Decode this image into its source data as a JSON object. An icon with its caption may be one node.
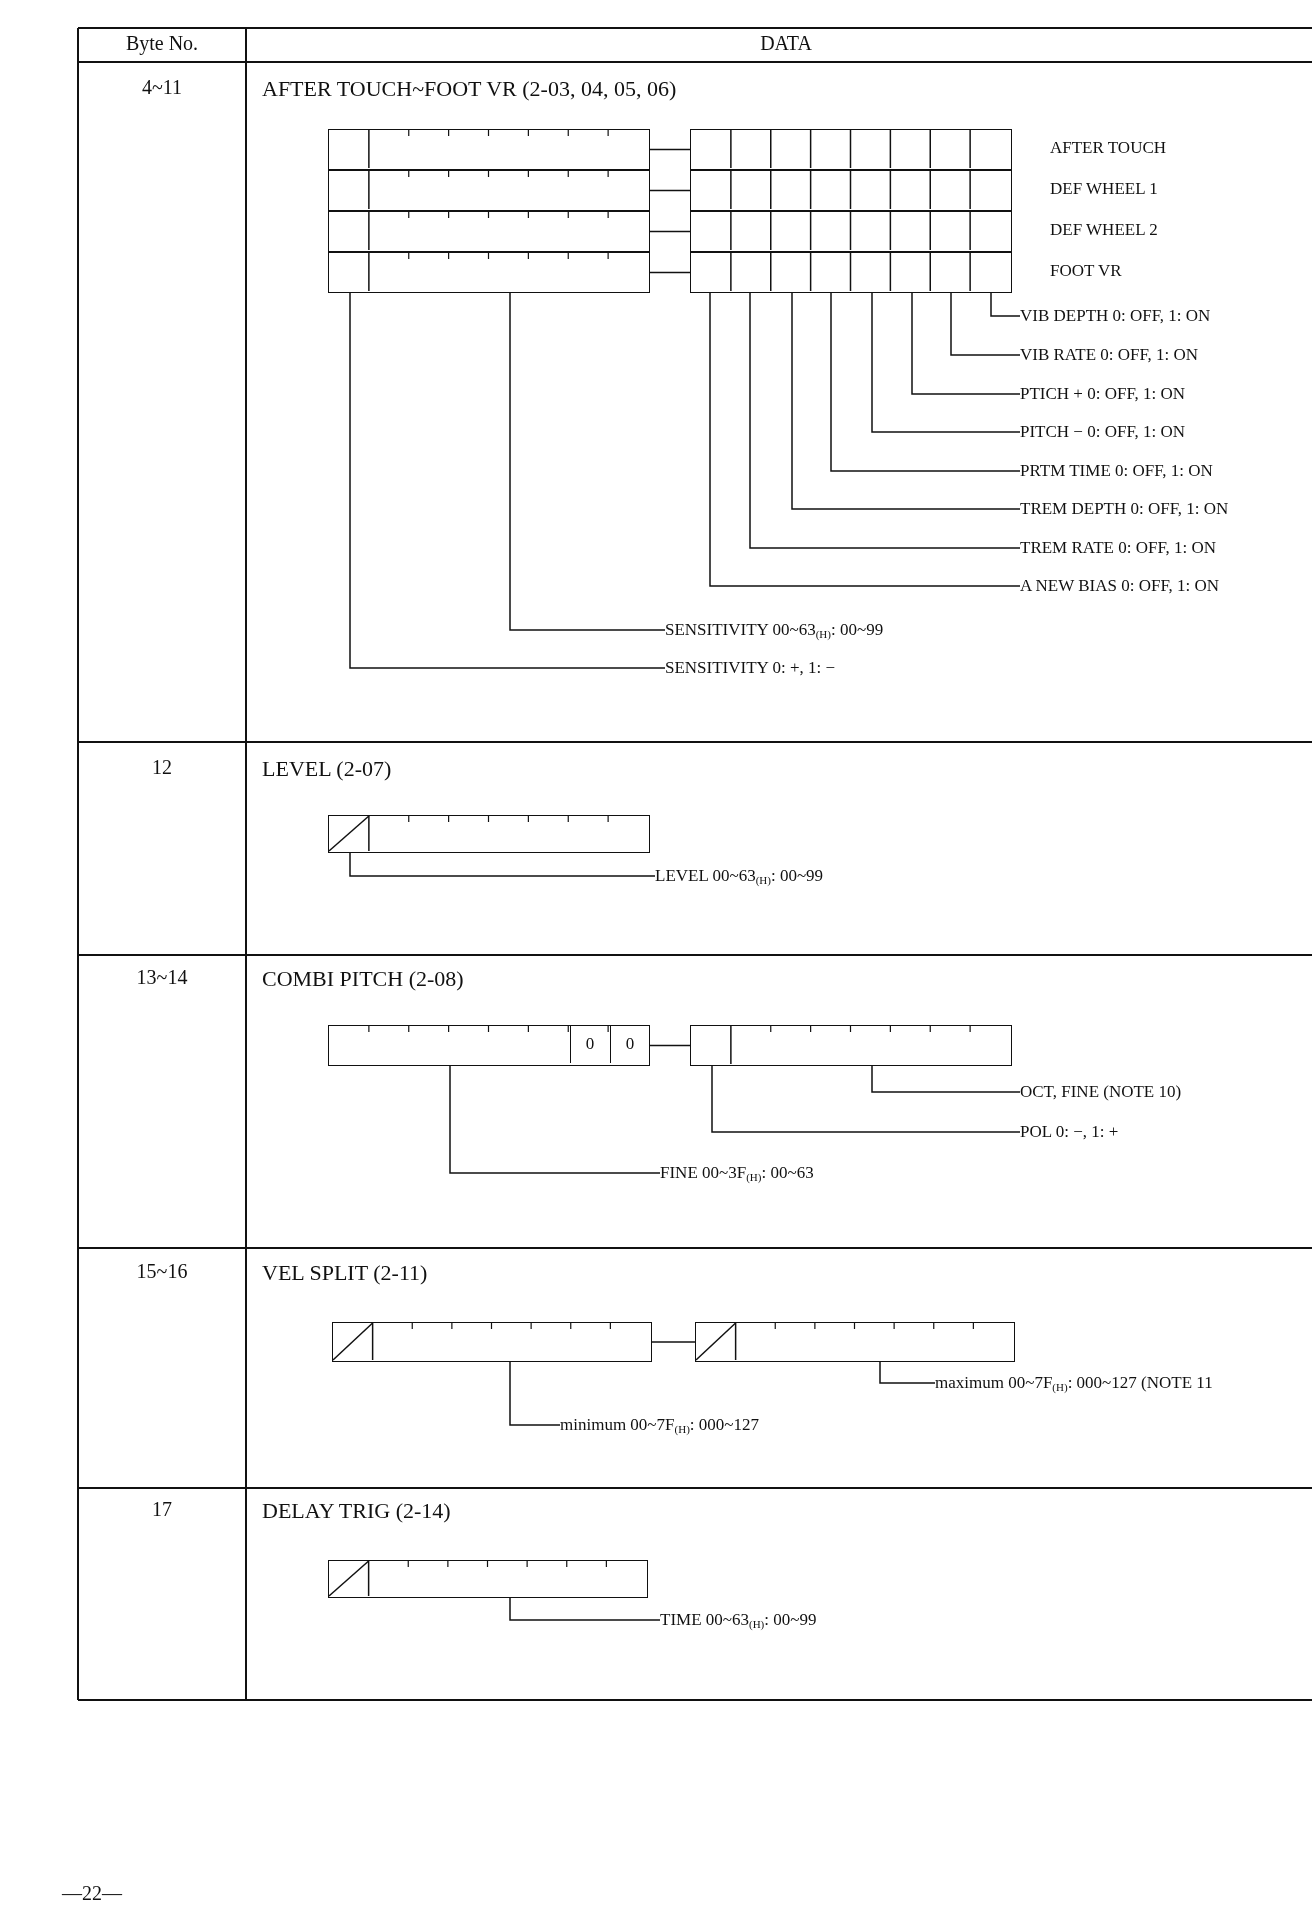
{
  "diagram": {
    "nodes": [
      {
        "text": [],
        "shape": "box"
      },
      {
        "text": [],
        "shape": "box",
        "beside": [
          "AFTER TOUCH"
        ]
      },
      {
        "text": [],
        "shape": "box"
      },
      {
        "text": [],
        "shape": "box",
        "beside": [
          "DEF WHEEL 1"
        ]
      },
      {
        "text": [],
        "shape": "box"
      },
      {
        "text": [],
        "shape": "box",
        "beside": [
          "DEF WHEEL 2"
        ]
      },
      {
        "text": [],
        "shape": "box"
      },
      {
        "text": [],
        "shape": "box",
        "beside": [
          "FOOT VR"
        ]
      },
      {
        "text": [
          "VIB DEPTH 0: OFF, 1: ON"
        ]
      },
      {
        "text": [
          "VIB RATE 0: OFF, 1: ON"
        ]
      },
      {
        "text": [
          "PTICH + 0: OFF, 1: ON"
        ]
      },
      {
        "text": [
          "PITCH − 0: OFF, 1: ON"
        ]
      },
      {
        "text": [
          "PRTM TIME 0: OFF, 1: ON"
        ]
      },
      {
        "text": [
          "TREM DEPTH 0: OFF, 1: ON"
        ]
      },
      {
        "text": [
          "TREM RATE 0: OFF, 1: ON"
        ]
      },
      {
        "text": [
          "A NEW BIAS 0: OFF, 1: ON"
        ]
      },
      {
        "text": [
          "SENSITIVITY 00~63$_{(H)}$: 00~99"
        ]
      },
      {
        "text": [
          "SENSITIVITY 0: +, 1: −"
        ]
      },
      {
        "text": [],
        "shape": "box"
      },
      {
        "text": [
          "LEVEL 00~63$_{(H)}$: 00~99"
        ]
      },
      {
        "text": [],
        "shape": "box"
      },
      {
        "text": [
          "0"
        ],
        "in": 20
      },
      {
        "text": [
          "0"
        ],
        "in": 20
      },
      {
        "text": [],
        "shape": "box"
      },
      {
        "text": [
          "OCT, FINE (NOTE 10)"
        ]
      },
      {
        "text": [
          "POL 0: −, 1: +"
        ]
      },
      {
        "text": [
          "FINE 00~3F$_{(H)}$: 00~63"
        ]
      },
      {
        "text": [],
        "shape": "box"
      },
      {
        "text": [],
        "shape": "box"
      },
      {
        "text": [
          "maximum 00~7F$_{(H)}$: 000~127 (NOTE 11"
        ]
      },
      {
        "text": [
          "minimum 00~7F$_{(H)}$: 000~127"
        ]
      },
      {
        "text": [],
        "shape": "box"
      },
      {
        "text": [
          "TIME 00~63$_{(H)}$: 00~99"
        ]
      }
    ],
    "edges": [
      {
        "from": 0,
        "to": 1,
        "arrow": "none"
      },
      {
        "from": 2,
        "to": 3,
        "arrow": "none"
      },
      {
        "from": 4,
        "to": 5,
        "arrow": "none"
      },
      {
        "from": 6,
        "to": 7,
        "arrow": "none"
      },
      {
        "from": 8,
        "to": 7,
        "arrow": "none"
      },
      {
        "from": 9,
        "to": 7,
        "arrow": "none"
      },
      {
        "from": 10,
        "to": 7,
        "arrow": "none"
      },
      {
        "from": 11,
        "to": 7,
        "arrow": "none"
      },
      {
        "from": 12,
        "to": 7,
        "arrow": "none"
      },
      {
        "from": 13,
        "to": 7,
        "arrow": "none"
      },
      {
        "from": 14,
        "to": 7,
        "arrow": "none"
      },
      {
        "from": 15,
        "to": 7,
        "arrow": "none"
      },
      {
        "from": 16,
        "to": 6,
        "arrow": "none"
      },
      {
        "from": 17,
        "to": 6,
        "arrow": "none"
      },
      {
        "from": 19,
        "to": 18,
        "arrow": "none"
      },
      {
        "from": 20,
        "to": 23,
        "arrow": "none"
      },
      {
        "from": 24,
        "to": 23,
        "arrow": "none"
      },
      {
        "from": 25,
        "to": 23,
        "arrow": "none"
      },
      {
        "from": 26,
        "to": 20,
        "arrow": "none"
      },
      {
        "from": 27,
        "to": 28,
        "arrow": "none"
      },
      {
        "from": 29,
        "to": 28,
        "arrow": "none"
      },
      {
        "from": 30,
        "to": 27,
        "arrow": "none"
      },
      {
        "from": 32,
        "to": 31,
        "arrow": "none"
      }
    ],
    "labels": [
      "Byte No.",
      "DATA",
      "4~11",
      "AFTER TOUCH~FOOT VR (2-03, 04, 05, 06)",
      "12",
      "LEVEL (2-07)",
      "13~14",
      "COMBI PITCH (2-08)",
      "15~16",
      "VEL SPLIT (2-11)",
      "17",
      "DELAY TRIG (2-14)",
      "—22—"
    ]
  }
}
